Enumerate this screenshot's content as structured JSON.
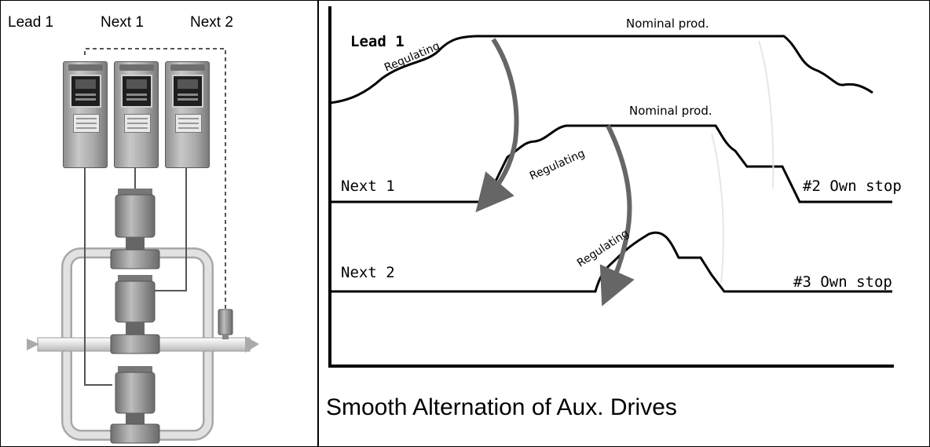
{
  "left_panel": {
    "headers": [
      "Lead 1",
      "Next 1",
      "Next 2"
    ]
  },
  "right_panel": {
    "row_labels": [
      "Lead 1",
      "Next 1",
      "Next 2"
    ],
    "nominal_labels": [
      "Nominal prod.",
      "Nominal prod."
    ],
    "regulating_labels": [
      "Regulating",
      "Regulating",
      "Regulating"
    ],
    "own_stop_labels": [
      "#2 Own stop",
      "#3 Own stop"
    ],
    "caption": "Smooth Alternation of Aux. Drives"
  },
  "colors": {
    "line": "#000000",
    "arrow": "#666666",
    "pipe": "#dcdcdc",
    "drive_body": "#b0b0b0",
    "motor_body": "#9a9a9a"
  }
}
